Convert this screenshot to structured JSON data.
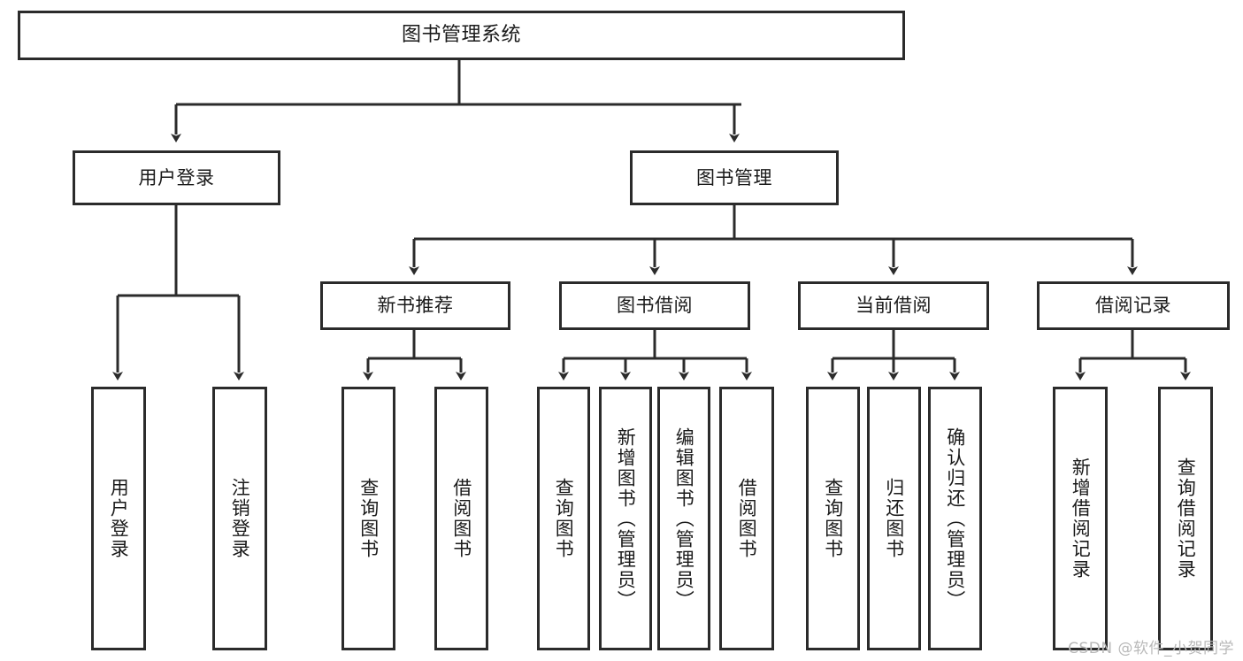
{
  "diagram": {
    "title": "图书管理系统",
    "type": "tree",
    "orientation": "top-down",
    "colors": {
      "box_border": "#2b2b2b",
      "box_fill": "#ffffff",
      "edge": "#2b2b2b",
      "text": "#1a1a1a",
      "background": "#ffffff",
      "watermark": "#b9b9b9"
    },
    "root": {
      "label": "图书管理系统"
    },
    "level1": [
      {
        "label": "用户登录"
      },
      {
        "label": "图书管理"
      }
    ],
    "level2": [
      {
        "label": "新书推荐"
      },
      {
        "label": "图书借阅"
      },
      {
        "label": "当前借阅"
      },
      {
        "label": "借阅记录"
      }
    ],
    "leaves": {
      "user_login": [
        {
          "label": "用户登录"
        },
        {
          "label": "注销登录"
        }
      ],
      "new_book_recommend": [
        {
          "label": "查询图书"
        },
        {
          "label": "借阅图书"
        }
      ],
      "book_borrow": [
        {
          "label": "查询图书"
        },
        {
          "label": "新增图书（管理员）"
        },
        {
          "label": "编辑图书（管理员）"
        },
        {
          "label": "借阅图书"
        }
      ],
      "current_borrow": [
        {
          "label": "查询图书"
        },
        {
          "label": "归还图书"
        },
        {
          "label": "确认归还（管理员）"
        }
      ],
      "borrow_record": [
        {
          "label": "新增借阅记录"
        },
        {
          "label": "查询借阅记录"
        }
      ]
    }
  },
  "watermark": {
    "text": "CSDN @软件_小贺同学"
  }
}
